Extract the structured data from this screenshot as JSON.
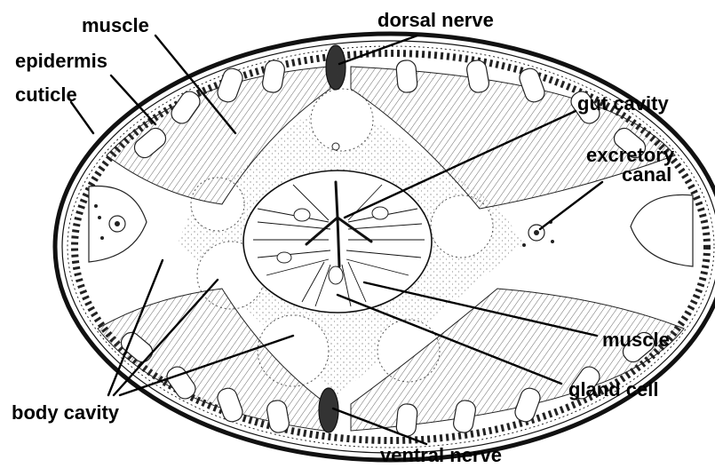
{
  "labels": {
    "muscle_top": "muscle",
    "dorsal_nerve": "dorsal nerve",
    "epidermis": "epidermis",
    "cuticle": "cuticle",
    "gut_cavity": "gut cavity",
    "excretory_line1": "excretory",
    "excretory_line2": "canal",
    "muscle_right": "muscle",
    "gland_cell": "gland cell",
    "body_cavity": "body cavity",
    "ventral_nerve": "ventral nerve"
  },
  "colors": {
    "ink": "#000000",
    "background": "#ffffff"
  }
}
